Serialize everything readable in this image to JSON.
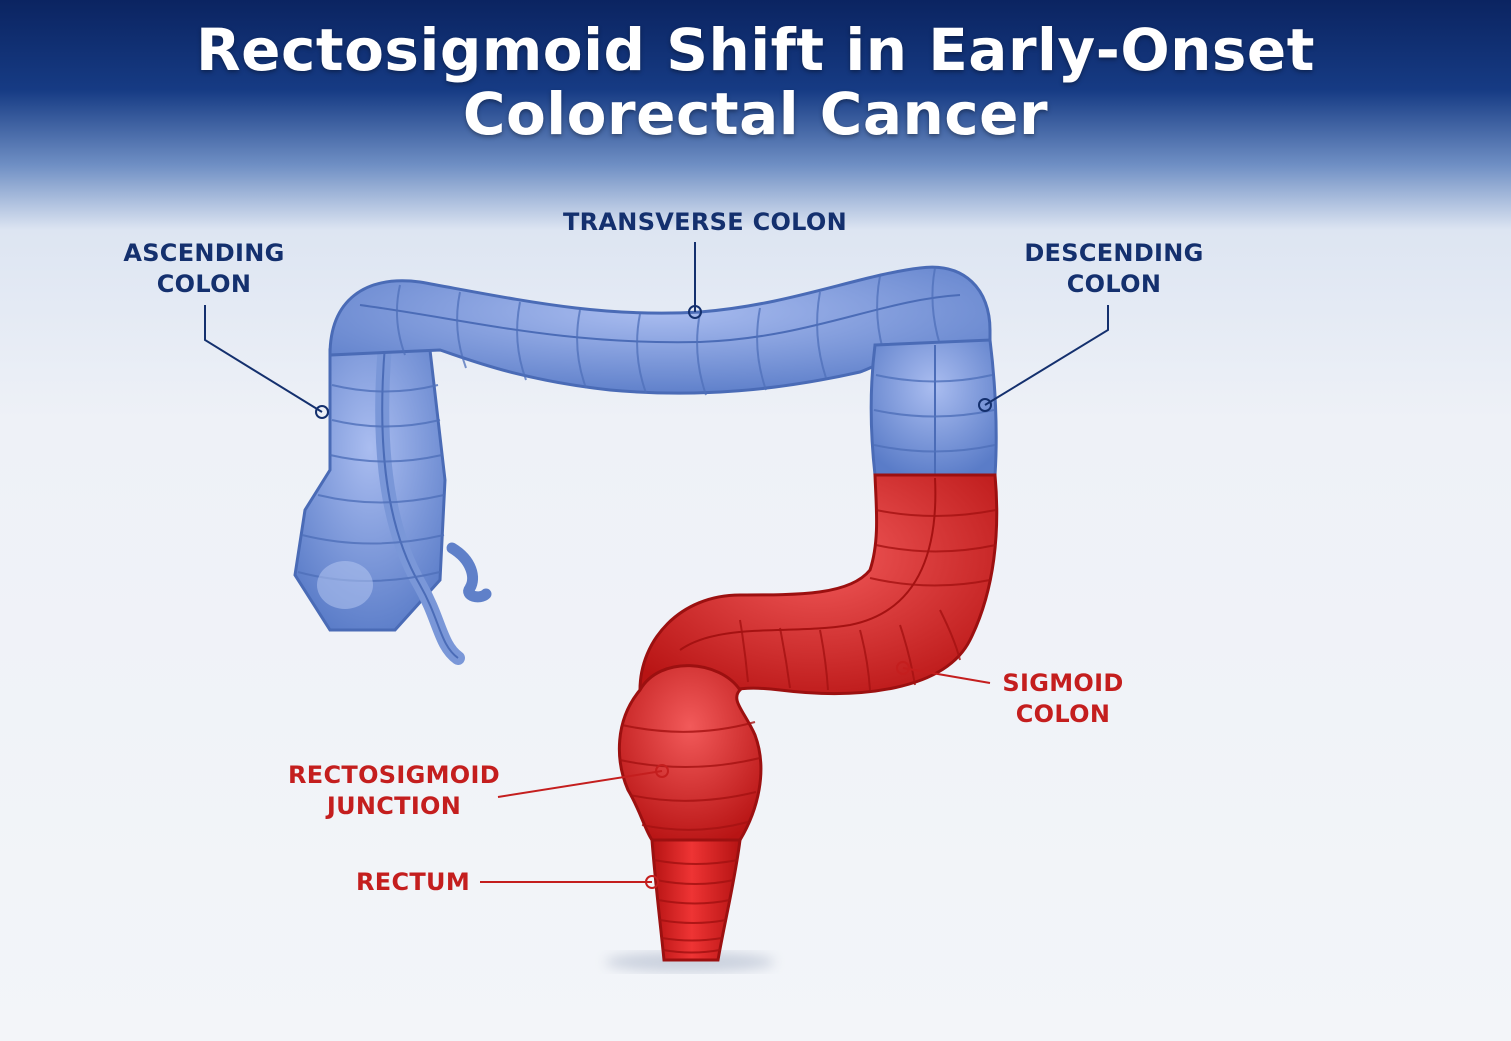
{
  "title": {
    "line1": "Rectosigmoid Shift in Early-Onset",
    "line2": "Colorectal Cancer"
  },
  "colors": {
    "unaffected_segment": "#6f8fd6",
    "highlighted_segment": "#de2121",
    "label_blue": "#14306e",
    "label_red": "#c41e1e"
  },
  "labels": {
    "ascending": {
      "line1": "ASCENDING",
      "line2": "COLON"
    },
    "transverse": {
      "line1": "TRANSVERSE COLON"
    },
    "descending": {
      "line1": "DESCENDING",
      "line2": "COLON"
    },
    "sigmoid": {
      "line1": "SIGMOID",
      "line2": "COLON"
    },
    "rectosigmoid": {
      "line1": "RECTOSIGMOID",
      "line2": "JUNCTION"
    },
    "rectum": {
      "line1": "RECTUM"
    }
  }
}
